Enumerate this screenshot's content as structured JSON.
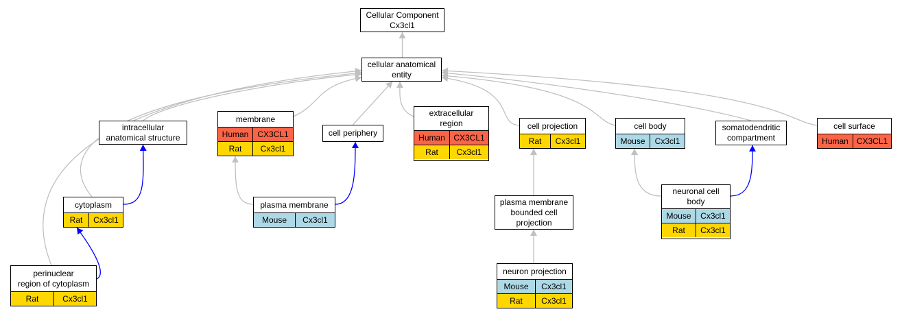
{
  "colors": {
    "human": "#fa6447",
    "mouse": "#add8e6",
    "rat": "#ffd700",
    "is_a_edge": "#c0c0c0",
    "part_of_edge": "#0000ff"
  },
  "nodes": {
    "root": {
      "lines": [
        "Cellular Component",
        "Cx3cl1"
      ],
      "rows": []
    },
    "cae": {
      "lines": [
        "cellular anatomical",
        "entity"
      ],
      "rows": []
    },
    "ias": {
      "lines": [
        "intracellular",
        "anatomical structure"
      ],
      "rows": []
    },
    "membrane": {
      "lines": [
        "membrane"
      ],
      "rows": [
        {
          "species": "Human",
          "gene": "CX3CL1"
        },
        {
          "species": "Rat",
          "gene": "Cx3cl1"
        }
      ]
    },
    "periphery": {
      "lines": [
        "cell periphery"
      ],
      "rows": []
    },
    "extracellular": {
      "lines": [
        "extracellular",
        "region"
      ],
      "rows": [
        {
          "species": "Human",
          "gene": "CX3CL1"
        },
        {
          "species": "Rat",
          "gene": "Cx3cl1"
        }
      ]
    },
    "projection": {
      "lines": [
        "cell projection"
      ],
      "rows": [
        {
          "species": "Rat",
          "gene": "Cx3cl1"
        }
      ]
    },
    "cellbody": {
      "lines": [
        "cell body"
      ],
      "rows": [
        {
          "species": "Mouse",
          "gene": "Cx3cl1"
        }
      ]
    },
    "somato": {
      "lines": [
        "somatodendritic",
        "compartment"
      ],
      "rows": []
    },
    "surface": {
      "lines": [
        "cell surface"
      ],
      "rows": [
        {
          "species": "Human",
          "gene": "CX3CL1"
        }
      ]
    },
    "cytoplasm": {
      "lines": [
        "cytoplasm"
      ],
      "rows": [
        {
          "species": "Rat",
          "gene": "Cx3cl1"
        }
      ]
    },
    "plasma": {
      "lines": [
        "plasma membrane"
      ],
      "rows": [
        {
          "species": "Mouse",
          "gene": "Cx3cl1"
        }
      ]
    },
    "pmbcp": {
      "lines": [
        "plasma membrane",
        "bounded cell",
        "projection"
      ],
      "rows": []
    },
    "ncb": {
      "lines": [
        "neuronal cell",
        "body"
      ],
      "rows": [
        {
          "species": "Mouse",
          "gene": "Cx3cl1"
        },
        {
          "species": "Rat",
          "gene": "Cx3cl1"
        }
      ]
    },
    "perinuclear": {
      "lines": [
        "perinuclear",
        "region of cytoplasm"
      ],
      "rows": [
        {
          "species": "Rat",
          "gene": "Cx3cl1"
        }
      ]
    },
    "neuronproj": {
      "lines": [
        "neuron projection"
      ],
      "rows": [
        {
          "species": "Mouse",
          "gene": "Cx3cl1"
        },
        {
          "species": "Rat",
          "gene": "Cx3cl1"
        }
      ]
    }
  },
  "edges": [
    {
      "from": "cae",
      "to": "root",
      "type": "is_a"
    },
    {
      "from": "ias",
      "to": "cae",
      "type": "is_a"
    },
    {
      "from": "membrane",
      "to": "cae",
      "type": "is_a"
    },
    {
      "from": "periphery",
      "to": "cae",
      "type": "is_a"
    },
    {
      "from": "extracellular",
      "to": "cae",
      "type": "is_a"
    },
    {
      "from": "projection",
      "to": "cae",
      "type": "is_a"
    },
    {
      "from": "cellbody",
      "to": "cae",
      "type": "is_a"
    },
    {
      "from": "somato",
      "to": "cae",
      "type": "is_a"
    },
    {
      "from": "surface",
      "to": "cae",
      "type": "is_a"
    },
    {
      "from": "cytoplasm",
      "to": "cae",
      "type": "is_a"
    },
    {
      "from": "perinuclear",
      "to": "cae",
      "type": "is_a"
    },
    {
      "from": "cytoplasm",
      "to": "ias",
      "type": "part_of"
    },
    {
      "from": "plasma",
      "to": "membrane",
      "type": "is_a"
    },
    {
      "from": "plasma",
      "to": "periphery",
      "type": "part_of"
    },
    {
      "from": "pmbcp",
      "to": "projection",
      "type": "is_a"
    },
    {
      "from": "neuronproj",
      "to": "pmbcp",
      "type": "is_a"
    },
    {
      "from": "ncb",
      "to": "cellbody",
      "type": "is_a"
    },
    {
      "from": "ncb",
      "to": "somato",
      "type": "part_of"
    },
    {
      "from": "perinuclear",
      "to": "cytoplasm",
      "type": "part_of"
    }
  ]
}
